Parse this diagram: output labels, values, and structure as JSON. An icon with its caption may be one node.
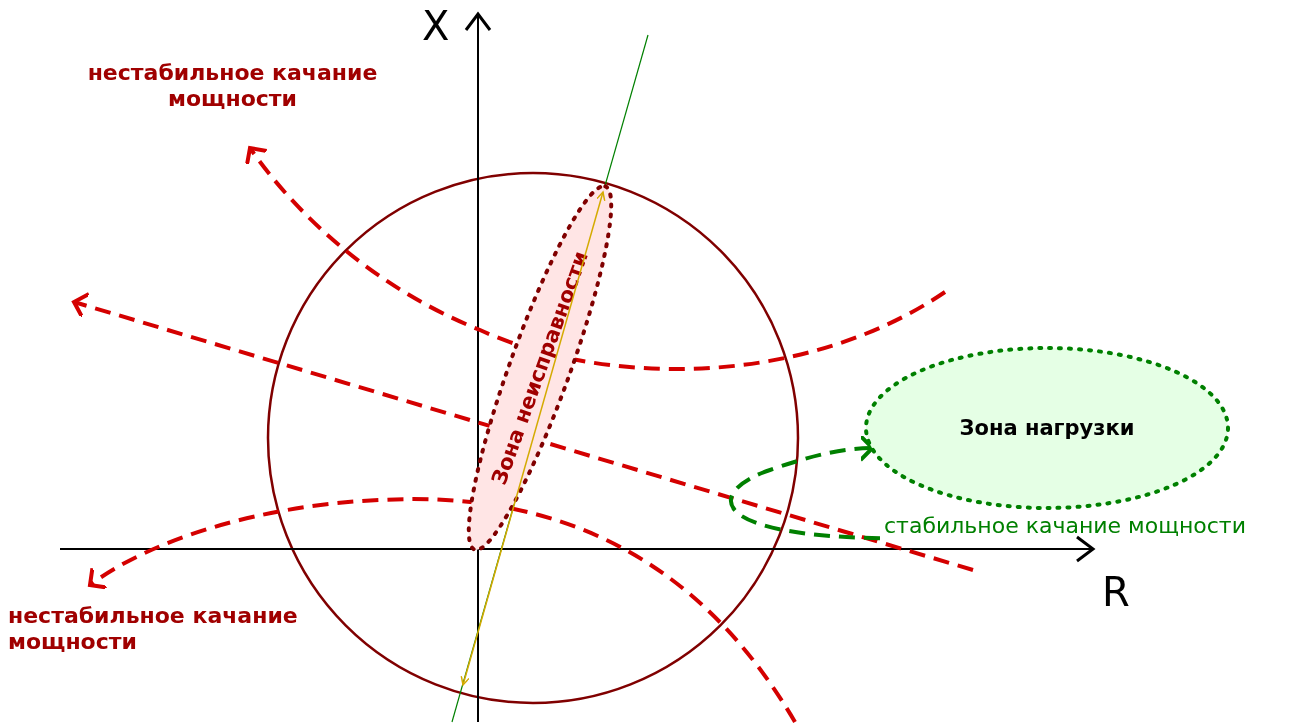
{
  "diagram": {
    "nodes": [
      {
        "text": [
          "Зона нагрузки"
        ]
      },
      {
        "text": [
          "Зона неисправности"
        ]
      },
      {
        "text": [
          "стабильное качание мощности"
        ]
      }
    ],
    "edges": [
      {
        "from": 2,
        "to": 0,
        "arrow": "to",
        "style": "dashed"
      }
    ],
    "labels": [
      "X",
      "нестабильное качание мощности",
      "R",
      "нестабильное качание мощности"
    ]
  }
}
